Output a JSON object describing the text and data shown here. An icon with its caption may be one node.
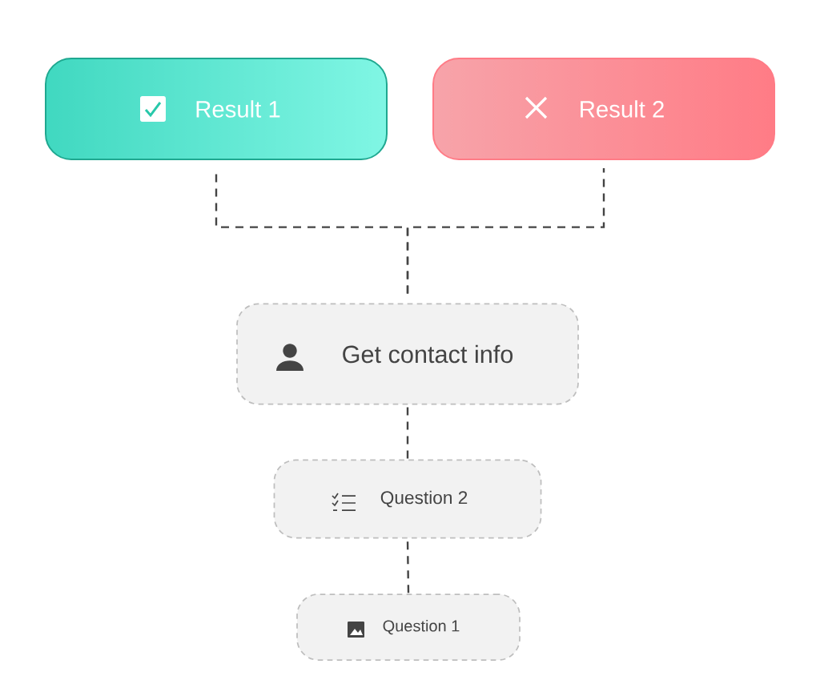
{
  "diagram": {
    "nodes": [
      {
        "text": [
          "Result 1"
        ]
      },
      {
        "text": [
          "Result 2"
        ]
      },
      {
        "text": [
          "Get contact info"
        ]
      },
      {
        "text": [
          "Question 2"
        ]
      },
      {
        "text": [
          "Question 1"
        ]
      }
    ],
    "edges": [
      {
        "from": 2,
        "to": 0,
        "arrow": "none",
        "style": "dashed"
      },
      {
        "from": 2,
        "to": 1,
        "arrow": "none",
        "style": "dashed"
      },
      {
        "from": 3,
        "to": 2,
        "arrow": "none",
        "style": "dashed"
      },
      {
        "from": 4,
        "to": 3,
        "arrow": "none",
        "style": "dashed"
      }
    ]
  }
}
